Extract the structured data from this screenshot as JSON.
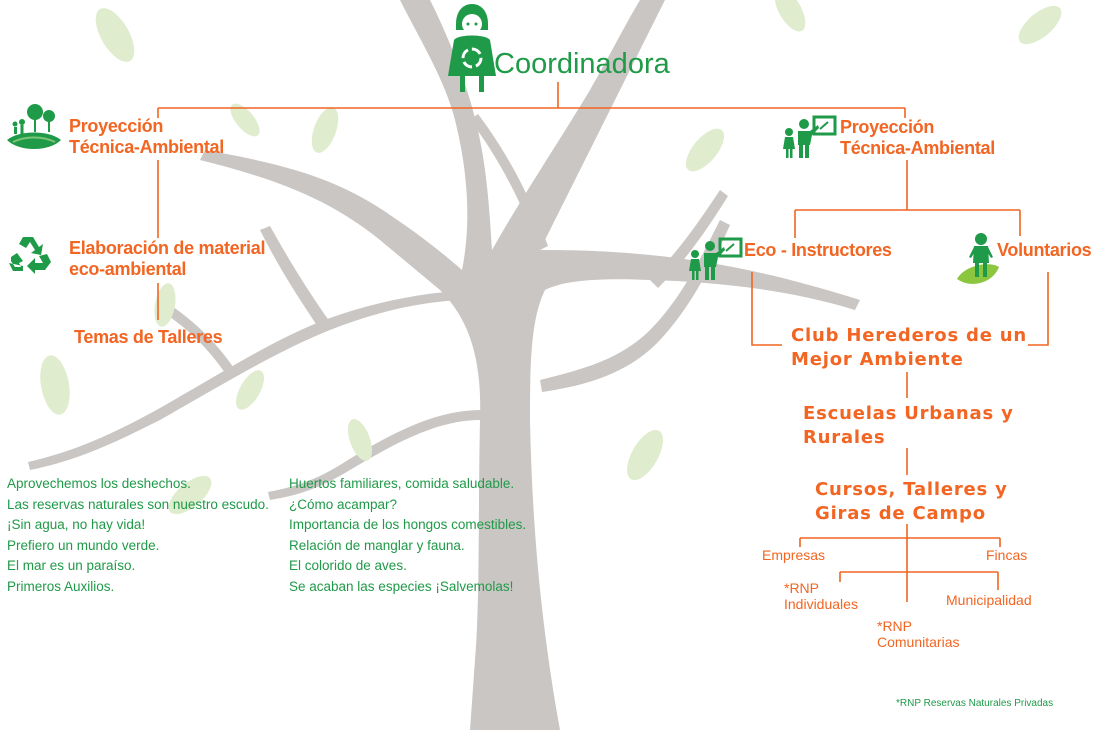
{
  "title": "Coordinadora",
  "left_branch": {
    "projection": [
      "Proyección",
      "Técnica-Ambiental"
    ],
    "material": [
      "Elaboración de material",
      "eco-ambiental"
    ],
    "topics_heading": "Temas de Talleres"
  },
  "right_branch": {
    "projection": [
      "Proyección",
      "Técnica-Ambiental"
    ],
    "eco_instructors": "Eco - Instructores",
    "volunteers": "Voluntarios",
    "club": [
      "Club Herederos de un",
      "Mejor Ambiente"
    ],
    "schools": [
      "Escuelas Urbanas y",
      "Rurales"
    ],
    "courses": [
      "Cursos, Talleres y",
      "Giras de Campo"
    ],
    "companies": "Empresas",
    "farms": "Fincas",
    "rnp_individual": [
      "*RNP",
      "Individuales"
    ],
    "rnp_community": [
      "*RNP",
      "Comunitarias"
    ],
    "municipality": "Municipalidad"
  },
  "workshop_topics_col1": [
    "Aprovechemos los deshechos.",
    "Las reservas naturales son nuestro escudo.",
    "¡Sin agua, no hay vida!",
    "Prefiero un mundo verde.",
    "El mar es un paraíso.",
    "Primeros Auxilios."
  ],
  "workshop_topics_col2": [
    "Huertos familiares, comida saludable.",
    "¿Cómo acampar?",
    "Importancia de los hongos comestibles.",
    "Relación de manglar y fauna.",
    "El colorido de aves.",
    "Se acaban las especies ¡Salvemolas!"
  ],
  "footnote": "*RNP Reservas Naturales Privadas",
  "colors": {
    "orange": "#f26522",
    "green": "#1f9a48",
    "tree": "#c9c6c4",
    "leaf": "#dfeccd"
  },
  "icons": [
    "woman-recycle-icon",
    "landscape-family-icon",
    "teacher-board-icon",
    "recycle-icon",
    "teacher-board-icon",
    "volunteer-leaf-icon"
  ]
}
